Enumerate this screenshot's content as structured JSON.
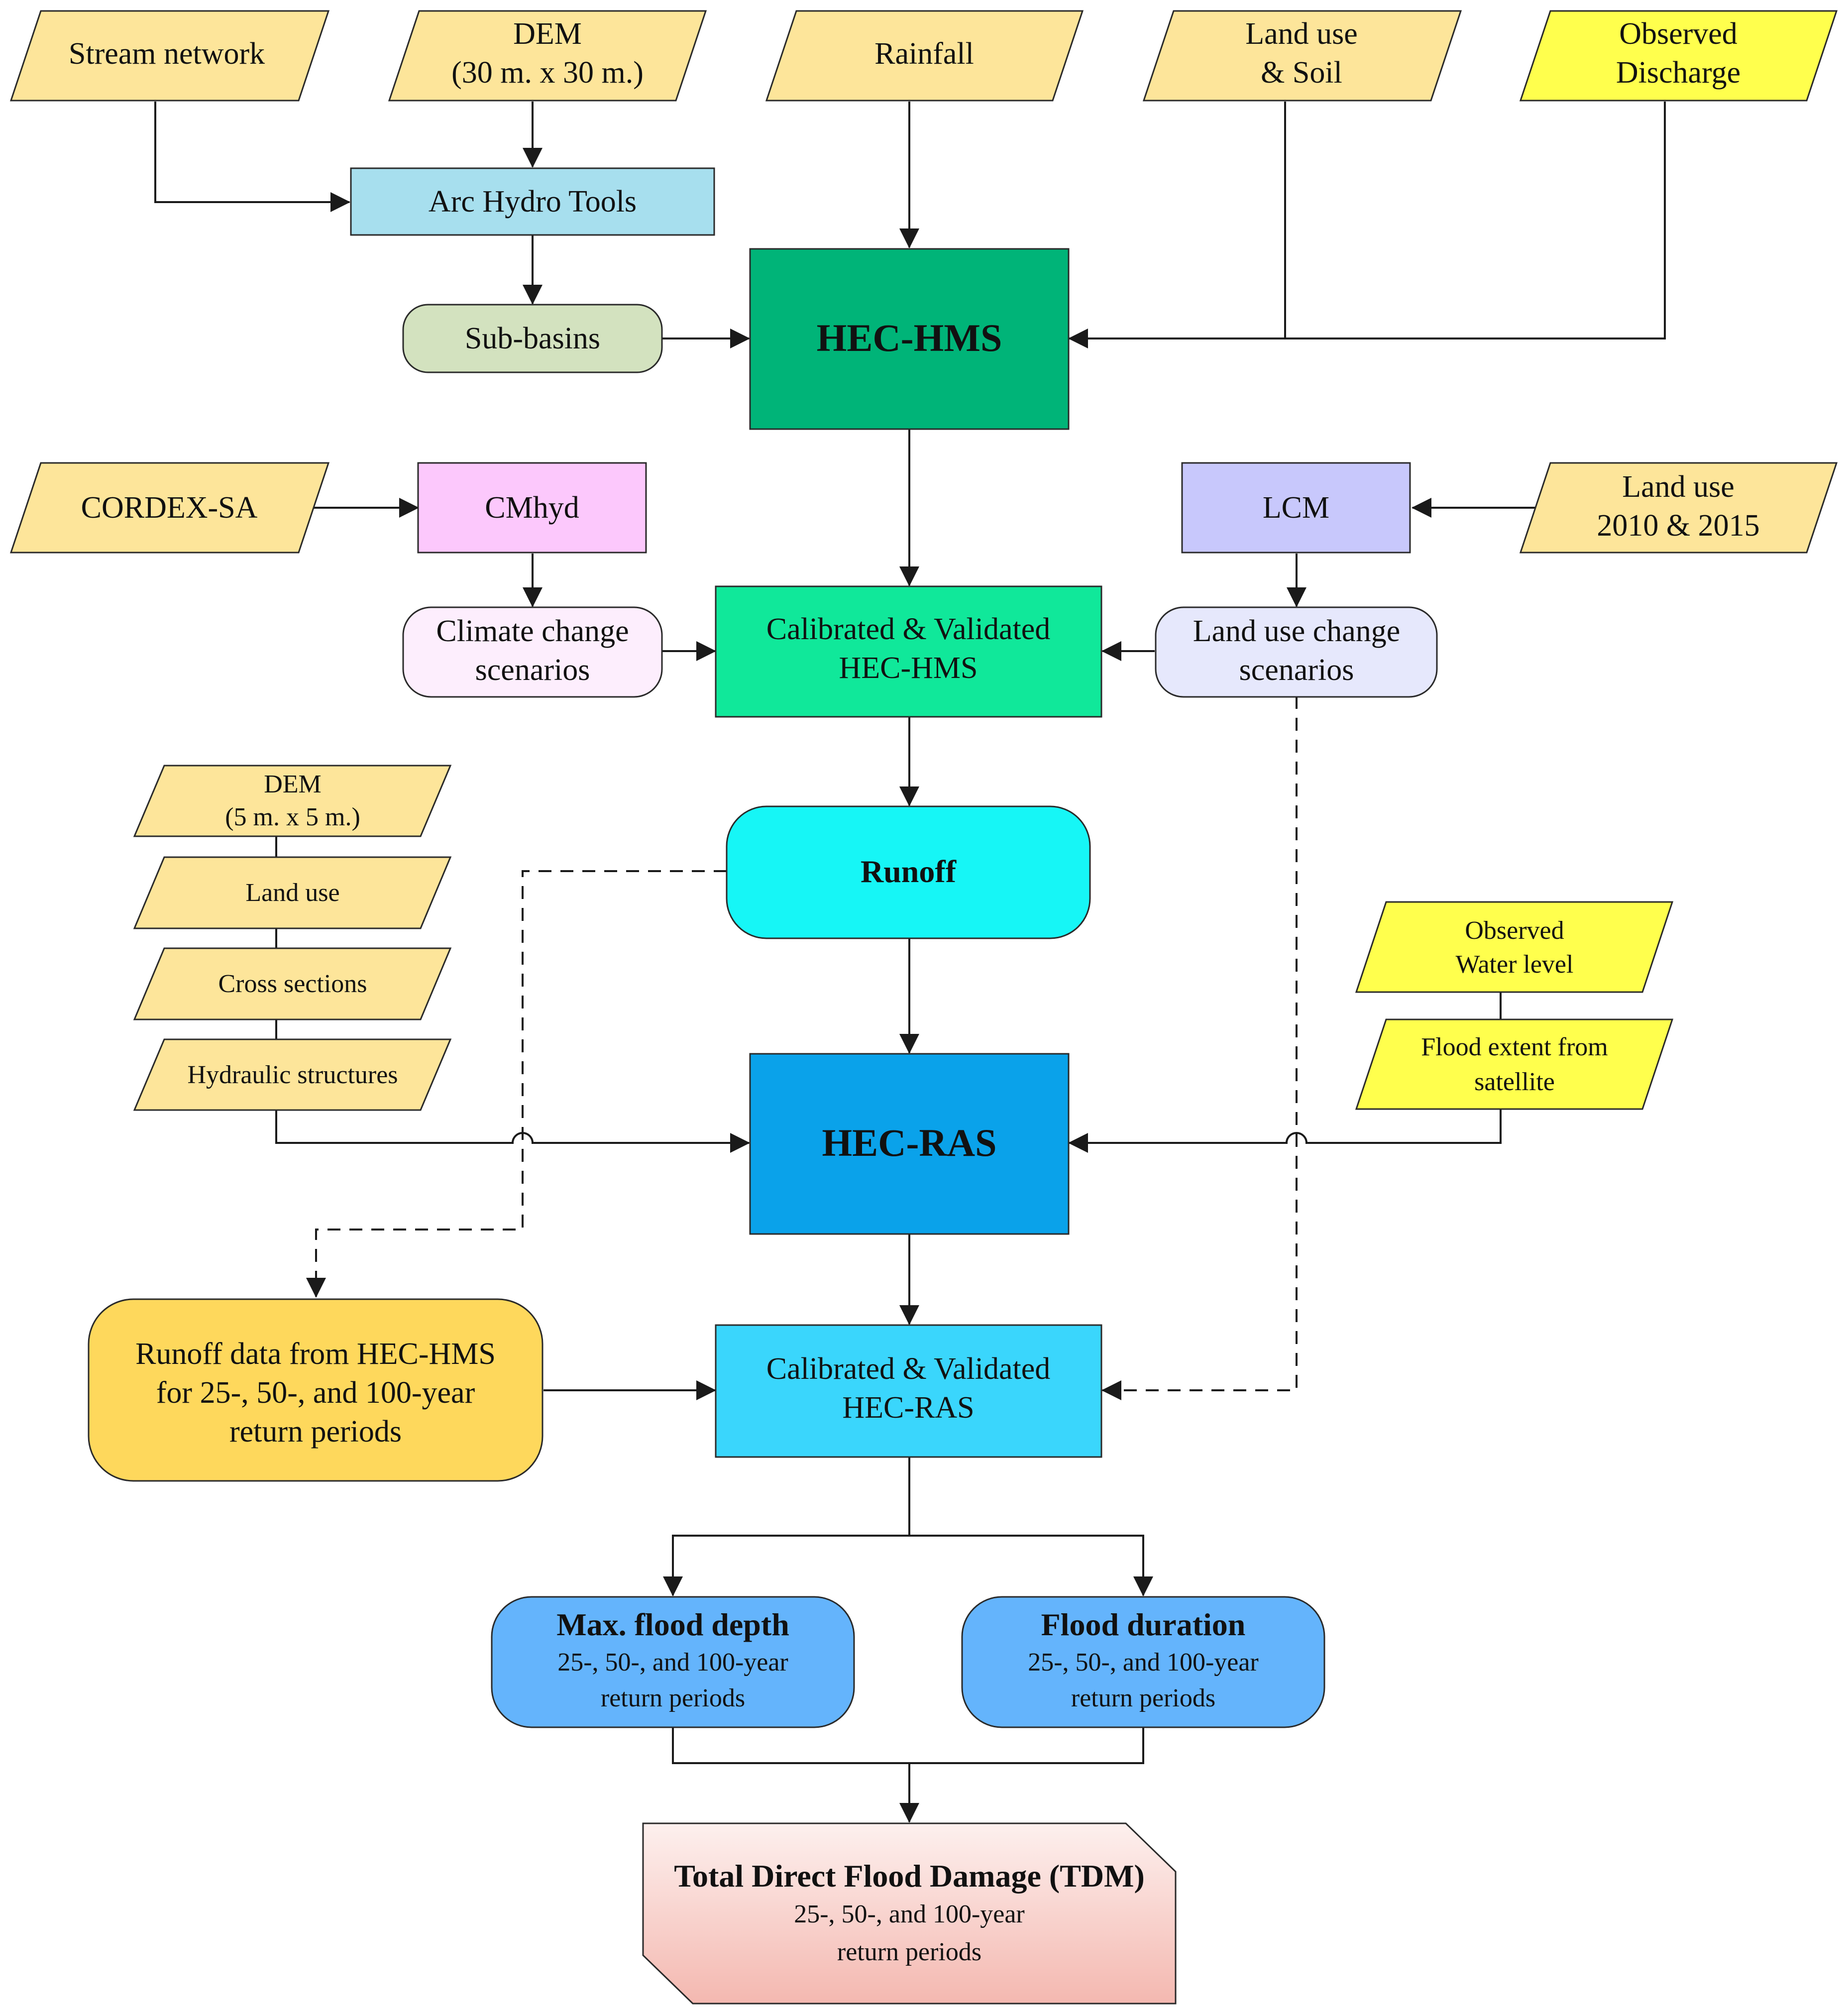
{
  "colors": {
    "input_fill": "#fde59a",
    "observed_fill": "#ffff4d",
    "archydro_fill": "#a7dfee",
    "subbasins_fill": "#d3e2bf",
    "hechms_fill": "#00b478",
    "cmhyd_fill": "#fcc8fc",
    "climate_fill": "#fdeefd",
    "lcm_fill": "#c8c8fc",
    "landuse_change_fill": "#e6e8fc",
    "calib_hms_fill": "#10e89a",
    "runoff_fill": "#16f6f6",
    "hecras_fill": "#0aa2ea",
    "calib_ras_fill": "#3ad6fc",
    "runoff_data_fill": "#fed85c",
    "outputs_fill": "#64b4fc",
    "tdm_fill": "#f4b8b0",
    "tdm_fill_light": "#fdf0ee"
  },
  "nodes": {
    "stream_network": "Stream network",
    "dem30_line1": "DEM",
    "dem30_line2": "(30 m. x 30 m.)",
    "rainfall": "Rainfall",
    "landuse_soil_line1": "Land use",
    "landuse_soil_line2": "& Soil",
    "observed_discharge_line1": "Observed",
    "observed_discharge_line2": "Discharge",
    "arc_hydro": "Arc Hydro Tools",
    "sub_basins": "Sub-basins",
    "hec_hms": "HEC-HMS",
    "cordex": "CORDEX-SA",
    "cmhyd": "CMhyd",
    "lcm": "LCM",
    "landuse_years_line1": "Land use",
    "landuse_years_line2": "2010 & 2015",
    "climate_line1": "Climate change",
    "climate_line2": "scenarios",
    "calib_hms_line1": "Calibrated & Validated",
    "calib_hms_line2": "HEC-HMS",
    "landuse_change_line1": "Land use change",
    "landuse_change_line2": "scenarios",
    "dem5_line1": "DEM",
    "dem5_line2": "(5 m. x 5 m.)",
    "landuse": "Land use",
    "cross_sections": "Cross sections",
    "hydraulic_structures": "Hydraulic structures",
    "runoff": "Runoff",
    "observed_water_line1": "Observed",
    "observed_water_line2": "Water level",
    "flood_extent_line1": "Flood extent from",
    "flood_extent_line2": "satellite",
    "hec_ras": "HEC-RAS",
    "runoff_data_line1": "Runoff data from HEC-HMS",
    "runoff_data_line2": "for 25-, 50-, and 100-year",
    "runoff_data_line3": "return periods",
    "calib_ras_line1": "Calibrated & Validated",
    "calib_ras_line2": "HEC-RAS",
    "max_depth_title": "Max. flood depth",
    "max_depth_line2": "25-, 50-, and 100-year",
    "max_depth_line3": "return periods",
    "duration_title": "Flood duration",
    "duration_line2": "25-, 50-, and 100-year",
    "duration_line3": "return periods",
    "tdm_title": "Total Direct Flood Damage (TDM)",
    "tdm_line2": "25-, 50-, and 100-year",
    "tdm_line3": "return periods"
  }
}
